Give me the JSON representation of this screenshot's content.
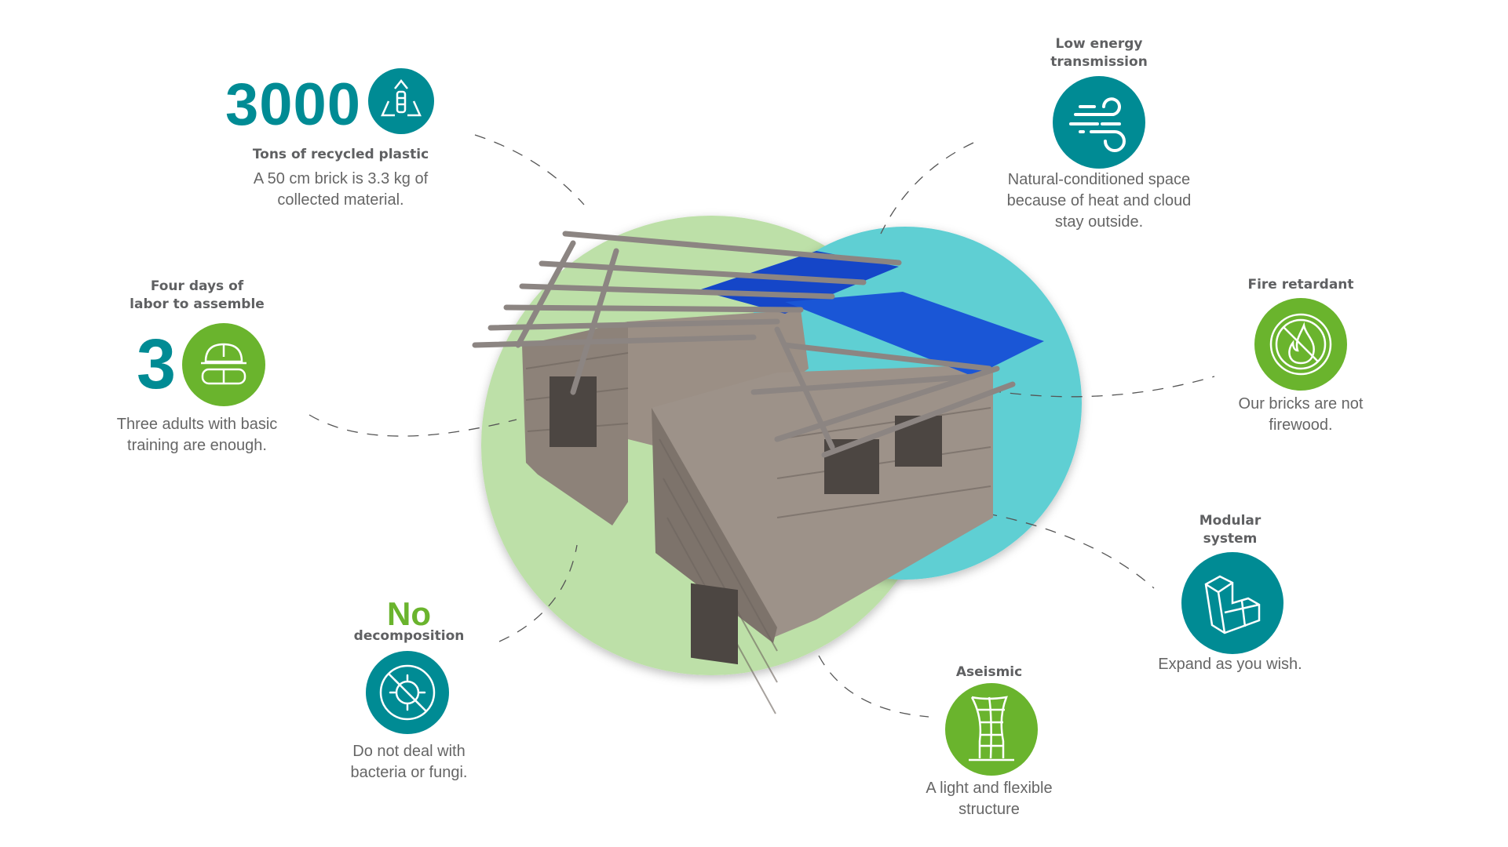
{
  "colors": {
    "teal": "#008b94",
    "green": "#6ab42d",
    "light_green": "#bde0a8",
    "cyan": "#5ecfd3",
    "text": "#666666"
  },
  "features": {
    "recycled": {
      "big_number": "3000",
      "title": "Tons of recycled plastic",
      "desc_lines": [
        "A 50 cm brick is 3.3 kg of",
        "collected material."
      ],
      "icon": "recycled-bottle-icon"
    },
    "labor": {
      "title_lines": [
        "Four days of",
        "labor to assemble"
      ],
      "big_number": "3",
      "desc_lines": [
        "Three adults with basic",
        "training are enough."
      ],
      "icon": "hard-hat-goggles-icon"
    },
    "decomposition": {
      "big_word": "No",
      "title": "decomposition",
      "desc_lines": [
        "Do not deal with",
        "bacteria or fungi."
      ],
      "icon": "no-bacteria-icon"
    },
    "energy": {
      "title_lines": [
        "Low energy",
        "transmission"
      ],
      "desc_lines": [
        "Natural-conditioned space",
        "because of heat and cloud",
        "stay outside."
      ],
      "icon": "wind-icon"
    },
    "fire": {
      "title": "Fire retardant",
      "desc_lines": [
        "Our bricks are not",
        "firewood."
      ],
      "icon": "no-fire-icon"
    },
    "modular": {
      "title_lines": [
        "Modular",
        "system"
      ],
      "desc_lines": [
        "Expand as you wish."
      ],
      "icon": "modular-blocks-icon"
    },
    "aseismic": {
      "title": "Aseismic",
      "desc_lines": [
        "A light and flexible",
        "structure"
      ],
      "icon": "flexible-grid-icon"
    }
  }
}
